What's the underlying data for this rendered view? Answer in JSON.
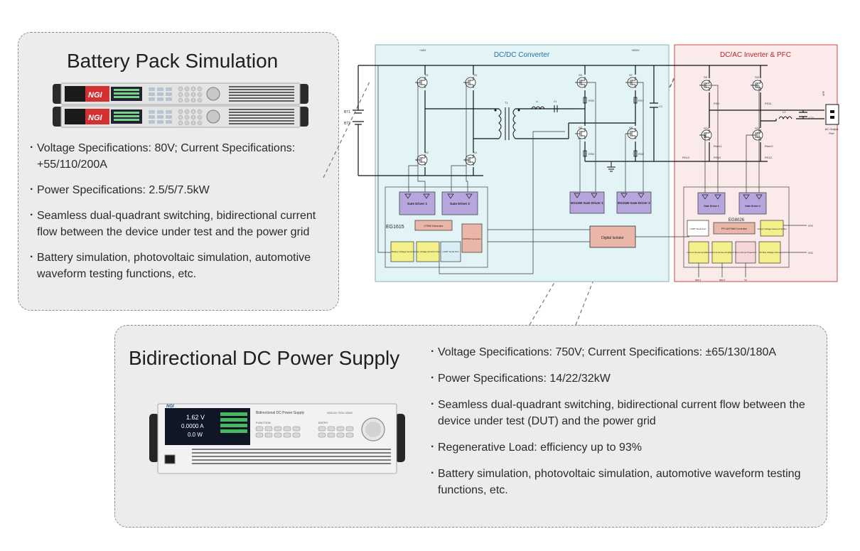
{
  "battery_pack": {
    "title": "Battery Pack Simulation",
    "logo_text": "NGI",
    "specs": [
      "Voltage Specifications: 80V; Current Specifications: +55/110/200A",
      "Power Specifications: 2.5/5/7.5kW",
      "Seamless dual-quadrant switching, bidirectional current flow between the device under test and the power grid",
      "Battery simulation, photovoltaic simulation, automotive waveform testing functions, etc."
    ]
  },
  "bidirectional_supply": {
    "title": "Bidirectional DC Power Supply",
    "logo_text": "NGI",
    "panel_label": "Bidirectional DC Power Supply",
    "model_label": "N35100 750V-32kW",
    "screen_voltage": "1.62 V",
    "screen_current": "0.0000 A",
    "screen_power": "0.0 W",
    "function_label": "FUNCTION",
    "entry_label": "ENTRY",
    "specs": [
      "Voltage Specifications: 750V; Current Specifications: ±65/130/180A",
      "Power Specifications: 14/22/32kW",
      "Seamless dual-quadrant switching, bidirectional current flow between the device under test (DUT) and the power grid",
      "Regenerative Load: efficiency up to 93%",
      "Battery simulation, photovoltaic simulation, automotive waveform testing functions, etc."
    ]
  },
  "diagram": {
    "dcdc_title": "DC/DC Converter",
    "dcac_title": "DC/AC Inverter & PFC",
    "colors": {
      "dcdc_bg": "#e3f4f7",
      "dcdc_border": "#8ab0bb",
      "dcac_bg": "#fbeaea",
      "dcac_border": "#c84848",
      "driver_fill": "#b7a6de",
      "ctrl_fill": "#e9b6a8",
      "sense_fill": "#f3ef8a",
      "uart_fill": "#d9eef4"
    },
    "labels": {
      "top_voltage_1": "+48V",
      "top_voltage_2": "+800V",
      "s1": "S1",
      "s2": "S2",
      "s3": "S3",
      "s4": "S4",
      "s5": "S5",
      "s6": "S6",
      "s7": "S7",
      "s8": "S8",
      "s9": "S9",
      "s10": "S10",
      "s11": "S11",
      "s12": "S12",
      "t1": "T1",
      "lr": "Lr",
      "cr": "Cr",
      "c1": "C1",
      "bt1": "BT1",
      "bt2": "BT2",
      "rs5": "RS5",
      "rs6": "RS6",
      "rs7": "RS7",
      "rs8": "RS8",
      "rs9": "RS9",
      "rs10": "RS10",
      "rs11": "RS11",
      "rs12": "RS12",
      "rs13": "RS13",
      "rsen1": "Rsen1",
      "rsen2": "Rsen2",
      "l2": "L2",
      "c11": "C11",
      "ac_output": "AC Output",
      "ac_port": "Port",
      "vpe": "VPE",
      "vsc": "VSC",
      "gate_driver_1": "Gate Driver 1",
      "gate_driver_2": "Gate Driver 2",
      "eg1615": "EG1615",
      "lpwm": "LPWM Generator",
      "svpwm": "SVPWM Generator",
      "battery_sense": "Battery Voltage Sense",
      "output_sense": "Output Voltage &Current Sense",
      "uart": "UART Serial Port",
      "eg1160_1": "EG1160 Gate Driver 1",
      "eg1160_2": "EG1160 Gate Driver 2",
      "digital_isolator": "Digital Isolator",
      "eg8026": "EG8026",
      "uart2": "UART Serial Port",
      "pfc_controller": "PFC&SPWM Controller",
      "output_vs_amp": "Output Voltage Sense Amplifier",
      "current_amp_1": "Current Sense Amplifier1",
      "current_amp_2": "Current Sense Amplifier2",
      "short_circuit": "Short Circuit Protection",
      "dcbus_sense": "DC Bus Voltage Sense",
      "gate_driver_a": "Gate Driver 1",
      "gate_driver_b": "Gate Driver 2",
      "isen1": "Isen1",
      "isen2": "Isen2",
      "vo": "Vo"
    }
  }
}
